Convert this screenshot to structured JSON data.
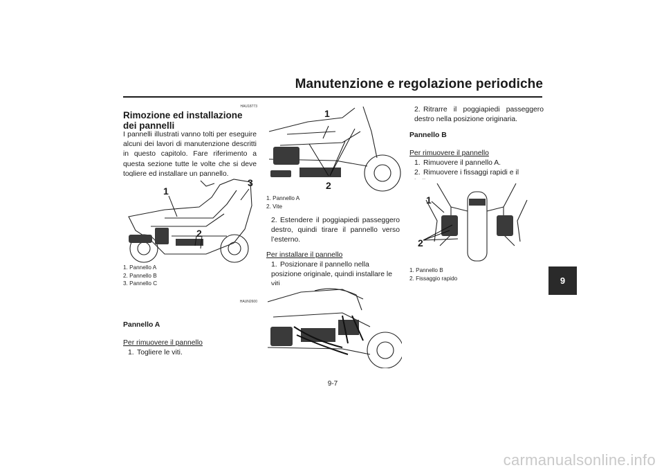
{
  "header": {
    "title": "Manutenzione e regolazione periodiche"
  },
  "col1": {
    "code": "HAU18773",
    "heading": "Rimozione ed installazione dei pannelli",
    "intro": "I pannelli illustrati vanno tolti per eseguire alcuni dei lavori di manutenzione descritti in questo capitolo. Fare riferimento a questa sezione tutte le volte che si deve togliere ed installare un pannello.",
    "figure1": {
      "labels": [
        "1",
        "2",
        "3"
      ],
      "captions": [
        "1. Pannello A",
        "2. Pannello B",
        "3. Pannello C"
      ],
      "code": "HAUN2600"
    },
    "panel_a_heading": "Pannello A",
    "remove_heading": "Per rimuovere il pannello",
    "remove_steps": [
      {
        "num": "1.",
        "text": "Togliere le viti."
      }
    ]
  },
  "col2": {
    "figure2": {
      "labels": [
        "1",
        "2"
      ],
      "captions": [
        "1. Pannello A",
        "2. Vite"
      ]
    },
    "step2": {
      "num": "2.",
      "text": "Estendere il poggiapiedi passeggero destro, quindi tirare il pannello verso l’esterno."
    },
    "install_heading": "Per installare il pannello",
    "install_steps": [
      {
        "num": "1.",
        "text": "Posizionare il pannello nella posizione originale, quindi installare le viti."
      }
    ]
  },
  "col3": {
    "step2": {
      "num": "2.",
      "text": "Ritrarre il poggiapiedi passeggero destro nella posizione originaria."
    },
    "panel_b_heading": "Pannello B",
    "remove_heading": "Per rimuovere il pannello",
    "remove_steps": [
      {
        "num": "1.",
        "text": "Rimuovere il pannello A."
      },
      {
        "num": "2.",
        "text": "Rimuovere i fissaggi rapidi e il bullone."
      }
    ],
    "figure4": {
      "labels": [
        "1",
        "2"
      ],
      "captions": [
        "1. Pannello B",
        "2. Fissaggio rapido"
      ]
    }
  },
  "tab": {
    "label": "9"
  },
  "page_number": "9-7",
  "watermark": "carmanualsonline.info"
}
